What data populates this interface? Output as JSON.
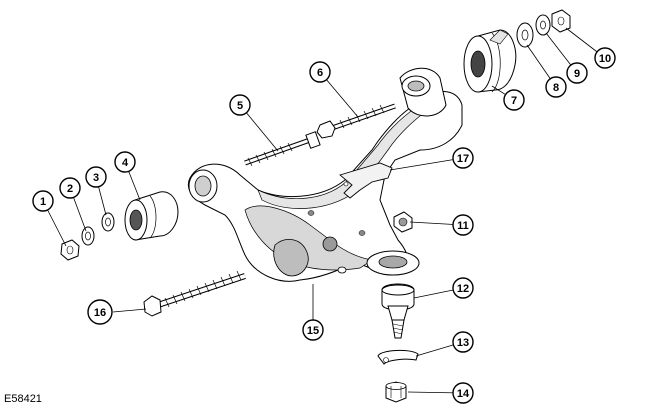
{
  "figure": {
    "id": "E58421",
    "callouts": [
      "1",
      "2",
      "3",
      "4",
      "5",
      "6",
      "7",
      "8",
      "9",
      "10",
      "11",
      "12",
      "13",
      "14",
      "15",
      "16",
      "17"
    ]
  },
  "colors": {
    "line": "#000000",
    "fill": "#ffffff",
    "shade": "#9a9a9a"
  }
}
